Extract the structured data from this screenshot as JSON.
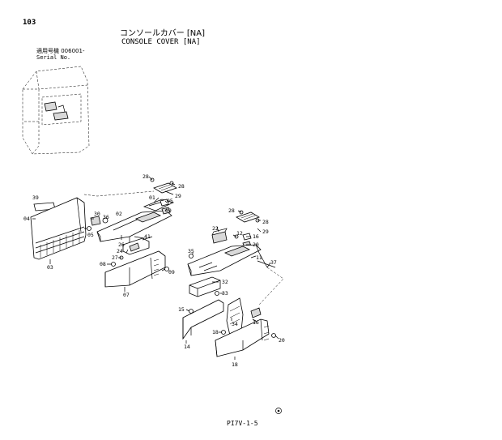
{
  "header": {
    "page_number": "103",
    "title_jp": "コンソールカバー [NA]",
    "title_en": "CONSOLE COVER [NA]",
    "serial_jp": "適用号機  006001-",
    "serial_en": "Serial No."
  },
  "footer": {
    "code": "PI7V-1-5"
  },
  "labels": {
    "l28a": "28",
    "l28b": "28",
    "l29a": "29",
    "l01": "01",
    "l05a": "05",
    "l09a": "09",
    "l02": "02",
    "l39": "39",
    "l04": "04",
    "l30": "30",
    "l36": "36",
    "l05b": "05",
    "l26": "26",
    "l41": "41",
    "l24": "24",
    "l27": "27",
    "l03": "03",
    "l08": "08",
    "l09b": "09",
    "l07": "07",
    "l28c": "28",
    "l28d": "28",
    "l29b": "29",
    "l22": "22",
    "l12": "12",
    "l16a": "16",
    "l20a": "20",
    "l35": "35",
    "l11": "11",
    "l37": "37",
    "l32": "32",
    "l33": "33",
    "l15": "15",
    "l34": "34",
    "l16b": "16",
    "l18a": "18",
    "l20b": "20",
    "l14": "14",
    "l18b": "18"
  }
}
